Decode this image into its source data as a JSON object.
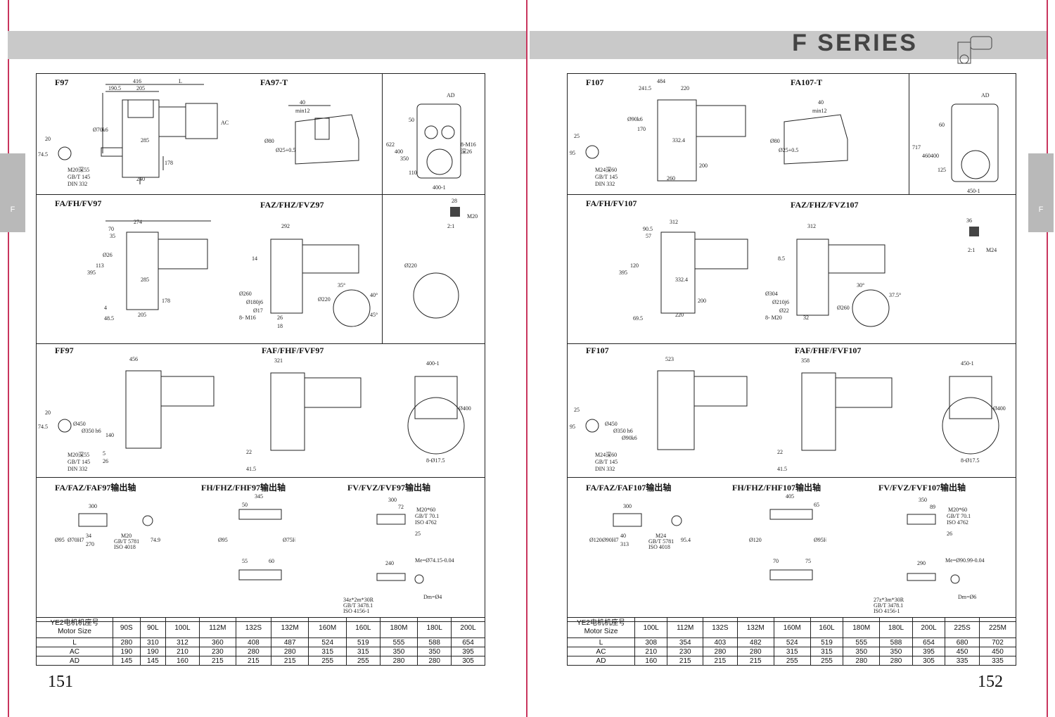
{
  "header": {
    "series_title": "F SERIES",
    "tab_letter": "F"
  },
  "left_page": {
    "page_number": "151",
    "sections": {
      "s1_a": "F97",
      "s1_b": "FA97-T",
      "s2_a": "FA/FH/FV97",
      "s2_b": "FAZ/FHZ/FVZ97",
      "s3_a": "FF97",
      "s3_b": "FAF/FHF/FVF97",
      "s4_a": "FA/FAZ/FAF97输出轴",
      "s4_b": "FH/FHZ/FHF97输出轴",
      "s4_c": "FV/FVZ/FVF97输出轴"
    },
    "dims": {
      "f_416": "416",
      "f_1905": "190.5",
      "f_205": "205",
      "f_L": "L",
      "f_AC": "AC",
      "f_d70": "Ø70k6",
      "f_285": "285",
      "f_178": "178",
      "f_240": "240",
      "f_20": "20",
      "f_745": "74.5",
      "f_note1": "M20深55",
      "f_note2": "GB/T 145",
      "f_note3": "DIN 332",
      "t_40": "40",
      "t_min12": "min12",
      "t_d80": "Ø80",
      "t_d25": "Ø25+0.5",
      "s_AD": "AD",
      "s_622": "622",
      "s_400": "400",
      "s_350": "350",
      "s_50": "50",
      "s_110": "110",
      "s_4001": "400-1",
      "s_m16": "8-M16",
      "s_deep26": "深26",
      "k_28": "28",
      "k_m20": "M20",
      "k_21": "2:1",
      "h_274": "274",
      "h_70": "70",
      "h_35": "35",
      "h_395": "395",
      "h_113": "113",
      "h_d26": "Ø26",
      "h_4": "4",
      "h_485": "48.5",
      "h_205": "205",
      "h_285": "285",
      "h_178": "178",
      "z_292": "292",
      "z_14": "14",
      "z_d260": "Ø260",
      "z_d180": "Ø180j6",
      "z_d17": "Ø17",
      "z_8m16": "8- M16",
      "z_26": "26",
      "z_18": "18",
      "z_d220": "Ø220",
      "z_35a": "35°",
      "z_40a": "40°",
      "z_45a": "45°",
      "c_d220": "Ø220",
      "ff_456": "456",
      "ff_d450": "Ø450",
      "ff_d350": "Ø350 h6",
      "ff_140": "140",
      "ff_26": "26",
      "ff_5": "5",
      "fa_321": "321",
      "fa_22": "22",
      "fa_415": "41.5",
      "fr_4001": "400-1",
      "fr_d400": "Ø400",
      "fr_8d175": "8-Ø17.5",
      "o_300": "300",
      "o_d95": "Ø95",
      "o_d70": "Ø70H7",
      "o_34": "34",
      "o_270": "270",
      "o_m20": "M20",
      "o_gb": "GB/T 5781",
      "o_iso": "ISO 4018",
      "o_749": "74.9",
      "p_345": "345",
      "p_50": "50",
      "p_55": "55",
      "p_60": "60",
      "p_d95": "Ø95",
      "p_d75": "Ø75H7",
      "v_300": "300",
      "v_72": "72",
      "v_m20x60": "M20*60",
      "v_gb701": "GB/T 70.1",
      "v_iso4762": "ISO 4762",
      "v_25": "25",
      "v_240": "240",
      "v_me": "Me=Ø74.15-0.04",
      "v_dm": "Dm=Ø4",
      "v_spline": "34z*2m*30R",
      "v_gb3478": "GB/T 3478.1",
      "v_iso4156": "ISO 4156-1"
    },
    "table": {
      "header_label_1": "YE2电机机座号",
      "header_label_2": "Motor Size",
      "motor_sizes": [
        "90S",
        "90L",
        "100L",
        "112M",
        "132S",
        "132M",
        "160M",
        "160L",
        "180M",
        "180L",
        "200L"
      ],
      "rows": [
        {
          "label": "L",
          "values": [
            "280",
            "310",
            "312",
            "360",
            "408",
            "487",
            "524",
            "519",
            "555",
            "588",
            "654"
          ]
        },
        {
          "label": "AC",
          "values": [
            "190",
            "190",
            "210",
            "230",
            "280",
            "280",
            "315",
            "315",
            "350",
            "350",
            "395"
          ]
        },
        {
          "label": "AD",
          "values": [
            "145",
            "145",
            "160",
            "215",
            "215",
            "215",
            "255",
            "255",
            "280",
            "280",
            "305"
          ]
        }
      ]
    }
  },
  "right_page": {
    "page_number": "152",
    "sections": {
      "s1_a": "F107",
      "s1_b": "FA107-T",
      "s2_a": "FA/FH/FV107",
      "s2_b": "FAZ/FHZ/FVZ107",
      "s3_a": "FF107",
      "s3_b": "FAF/FHF/FVF107",
      "s4_a": "FA/FAZ/FAF107输出轴",
      "s4_b": "FH/FHZ/FHF107输出轴",
      "s4_c": "FV/FVZ/FVF107输出轴"
    },
    "dims": {
      "f_484": "484",
      "f_2415": "241.5",
      "f_220": "220",
      "f_d90": "Ø90k6",
      "f_170": "170",
      "f_3324": "332.4",
      "f_200": "200",
      "f_260": "260",
      "f_25": "25",
      "f_95": "95",
      "f_note1": "M24深60",
      "f_note2": "GB/T 145",
      "f_note3": "DIN 332",
      "s_717": "717",
      "s_460": "460",
      "s_125": "125",
      "s_60": "60",
      "s_4501": "450-1",
      "k_36": "36",
      "k_m24": "M24",
      "h_312": "312",
      "h_905": "90.5",
      "h_57": "57",
      "h_120": "120",
      "h_695": "69.5",
      "z_85": "8.5",
      "z_d304": "Ø304",
      "z_d210": "Ø210j6",
      "z_d22": "Ø22",
      "z_8m20": "8- M20",
      "z_32": "32",
      "z_d260": "Ø260",
      "z_30a": "30°",
      "z_375a": "37.5°",
      "ff_523": "523",
      "fa_358": "358",
      "ff_d90": "Ø90k6",
      "o_d120": "Ø120",
      "o_d90": "Ø90H7",
      "o_40": "40",
      "o_313": "313",
      "o_m24": "M24",
      "o_954": "95.4",
      "p_405": "405",
      "p_65": "65",
      "p_70": "70",
      "p_75": "75",
      "p_d120": "Ø120",
      "p_d95": "Ø95H7",
      "v_350": "350",
      "v_89": "89",
      "v_26": "26",
      "v_290": "290",
      "v_me": "Me=Ø90.99-0.04",
      "v_dm": "Dm=Ø6",
      "v_spline": "27z*3m*30R"
    },
    "table": {
      "header_label_1": "YE2电机机座号",
      "header_label_2": "Motor Size",
      "motor_sizes": [
        "100L",
        "112M",
        "132S",
        "132M",
        "160M",
        "160L",
        "180M",
        "180L",
        "200L",
        "225S",
        "225M"
      ],
      "rows": [
        {
          "label": "L",
          "values": [
            "308",
            "354",
            "403",
            "482",
            "524",
            "519",
            "555",
            "588",
            "654",
            "680",
            "702"
          ]
        },
        {
          "label": "AC",
          "values": [
            "210",
            "230",
            "280",
            "280",
            "315",
            "315",
            "350",
            "350",
            "395",
            "450",
            "450"
          ]
        },
        {
          "label": "AD",
          "values": [
            "160",
            "215",
            "215",
            "215",
            "255",
            "255",
            "280",
            "280",
            "305",
            "335",
            "335"
          ]
        }
      ]
    }
  },
  "colors": {
    "band": "#c9c9c9",
    "accent_line": "#c8355d",
    "tab": "#b9b9b9"
  }
}
